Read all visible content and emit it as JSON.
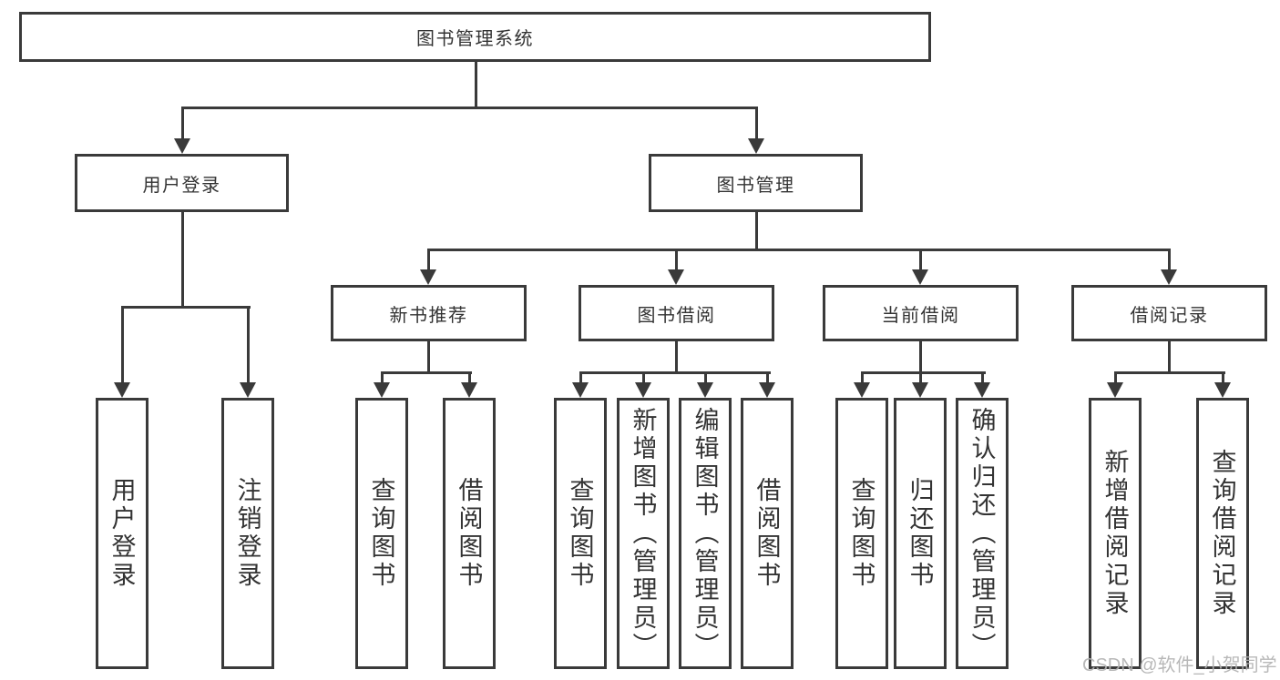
{
  "diagram_title": "图书管理系统",
  "colors": {
    "line": "#3a3a3a",
    "text": "#333333",
    "background": "#ffffff",
    "watermark": "#b3b3b3"
  },
  "nodes": {
    "root": {
      "label": "图书管理系统"
    },
    "level2": [
      {
        "label": "用户登录"
      },
      {
        "label": "图书管理"
      }
    ],
    "level3": [
      {
        "label": "新书推荐"
      },
      {
        "label": "图书借阅"
      },
      {
        "label": "当前借阅"
      },
      {
        "label": "借阅记录"
      }
    ],
    "leaves": {
      "user_login": [
        "用户登录",
        "注销登录"
      ],
      "new_book_recommendation": [
        "查询图书",
        "借阅图书"
      ],
      "book_borrowing": [
        "查询图书",
        "新增图书（管理员）",
        "编辑图书（管理员）",
        "借阅图书"
      ],
      "current_borrowing": [
        "查询图书",
        "归还图书",
        "确认归还（管理员）"
      ],
      "borrowing_records": [
        "新增借阅记录",
        "查询借阅记录"
      ]
    }
  },
  "watermark": {
    "text": "CSDN @软件_小贺同学"
  }
}
